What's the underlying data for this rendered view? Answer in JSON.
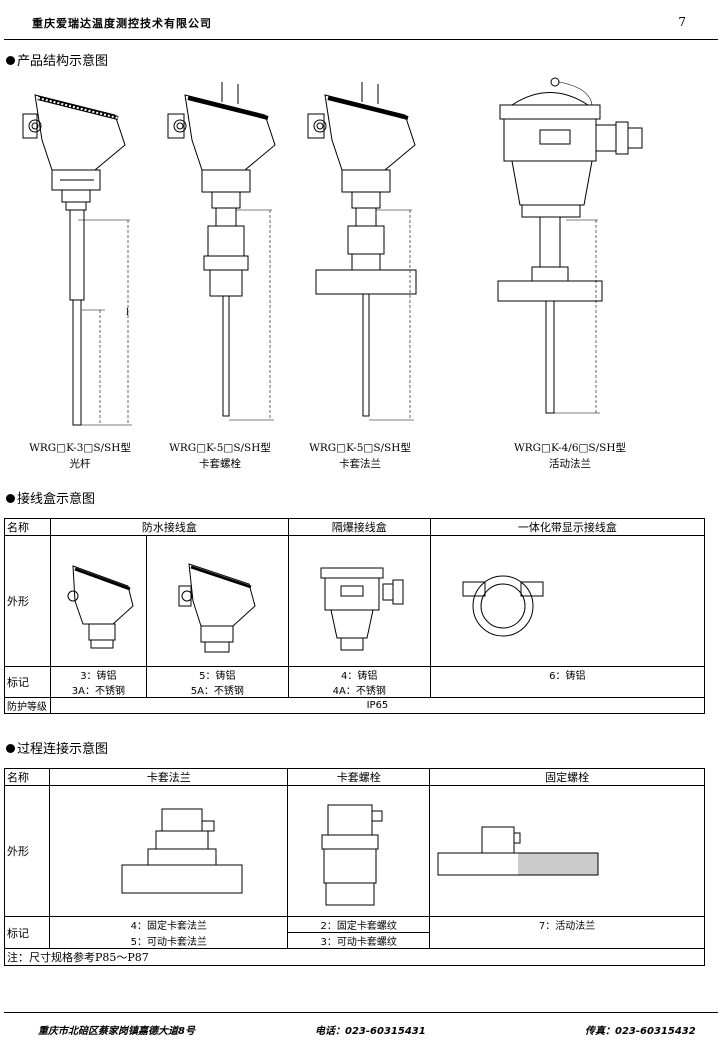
{
  "header": {
    "company": "重庆爱瑞达温度测控技术有限公司",
    "page_number": "7"
  },
  "section1": {
    "title": "产品结构示意图",
    "products": [
      {
        "model": "WRG□K-3□S/SH型",
        "name": "光杆"
      },
      {
        "model": "WRG□K-5□S/SH型",
        "name": "卡套螺栓"
      },
      {
        "model": "WRG□K-5□S/SH型",
        "name": "卡套法兰"
      },
      {
        "model": "WRG□K-4/6□S/SH型",
        "name": "活动法兰"
      }
    ],
    "dim_label": "l"
  },
  "section2": {
    "title": "接线盒示意图",
    "col_name": "名称",
    "groups": [
      "防水接线盒",
      "隔爆接线盒",
      "一体化带显示接线盒"
    ],
    "row_shape": "外形",
    "row_mark": "标记",
    "row_protect": "防护等级",
    "marks": [
      "3：铸铝",
      "3A：不锈钢",
      "5：铸铝",
      "5A：不锈钢",
      "4：铸铝",
      "4A：不锈钢",
      "6：铸铝"
    ],
    "protection": "IP65"
  },
  "section3": {
    "title": "过程连接示意图",
    "col_name": "名称",
    "groups": [
      "卡套法兰",
      "卡套螺栓",
      "固定螺栓"
    ],
    "row_shape": "外形",
    "row_mark": "标记",
    "marks": [
      "4：固定卡套法兰",
      "5：可动卡套法兰",
      "2：固定卡套螺纹",
      "3：可动卡套螺纹",
      "7：活动法兰"
    ],
    "note": "注：尺寸规格参考P85～P87"
  },
  "footer": {
    "address": "重庆市北碚区蔡家岗镇嘉德大道8号",
    "phone": "电话：023-60315431",
    "fax": "传真：023-60315432"
  }
}
